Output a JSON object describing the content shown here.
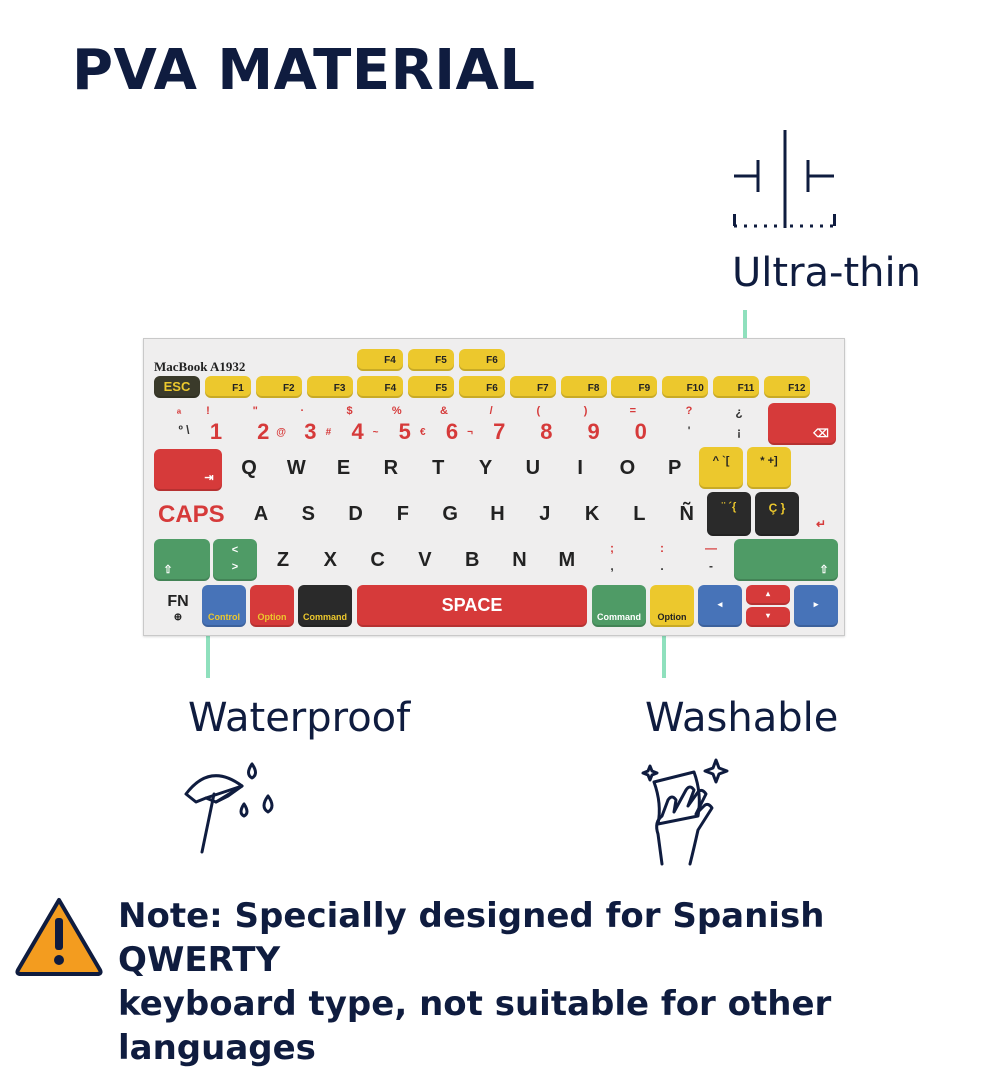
{
  "title": "PVA MATERIAL",
  "features": {
    "ultra_thin": "Ultra-thin",
    "waterproof": "Waterproof",
    "washable": "Washable"
  },
  "note": {
    "line1": "Note: Specially designed for Spanish QWERTY",
    "line2": "keyboard type, not suitable for other languages"
  },
  "colors": {
    "navy": "#0f1c3f",
    "leader_green": "#8fe0bd",
    "key_red": "#d63a3a",
    "key_yellow": "#ecc82d",
    "key_green": "#4f9b66",
    "key_blue": "#4773b8",
    "key_black": "#2a2a2a",
    "warning_orange": "#f39c1f"
  },
  "icons": [
    "ultra-thin-icon",
    "umbrella-rain-icon",
    "washing-hand-icon",
    "warning-triangle-icon"
  ],
  "keyboard": {
    "model": "MacBook A1932",
    "fn_top_row": [
      "F4",
      "F5",
      "F6"
    ],
    "function_row": [
      "ESC",
      "F1",
      "F2",
      "F3",
      "F4",
      "F5",
      "F6",
      "F7",
      "F8",
      "F9",
      "F10",
      "F11",
      "F12"
    ],
    "number_row": [
      "1",
      "2",
      "3",
      "4",
      "5",
      "6",
      "7",
      "8",
      "9",
      "0"
    ],
    "number_row_alt": [
      "!",
      "\"",
      "·",
      "$",
      "%",
      "&",
      "/",
      "(",
      ")",
      "="
    ],
    "number_row_sub": [
      "",
      "@",
      "#",
      "~",
      "€",
      "¬",
      "",
      "",
      "",
      ""
    ],
    "tilde_key": [
      "ª",
      "º \\"
    ],
    "quote_keys": [
      "?",
      "'",
      "¿",
      "¡"
    ],
    "qwerty_row": [
      "Q",
      "W",
      "E",
      "R",
      "T",
      "Y",
      "U",
      "I",
      "O",
      "P"
    ],
    "bracket_keys": [
      "^ `[",
      "* +]"
    ],
    "caps_label": "CAPS",
    "home_row": [
      "A",
      "S",
      "D",
      "F",
      "G",
      "H",
      "J",
      "K",
      "L",
      "Ñ"
    ],
    "accent_keys": [
      "¨ ´{",
      "Ç }"
    ],
    "angle_key": [
      "<",
      ">"
    ],
    "bottom_row": [
      "Z",
      "X",
      "C",
      "V",
      "B",
      "N",
      "M"
    ],
    "punct_keys": [
      ";",
      ",",
      ":",
      ".",
      "—",
      "-"
    ],
    "mod_row": {
      "fn": "FN",
      "control": "Control",
      "option": "Option",
      "command": "Command",
      "space": "SPACE",
      "command_r": "Command",
      "option_r": "Option"
    }
  }
}
